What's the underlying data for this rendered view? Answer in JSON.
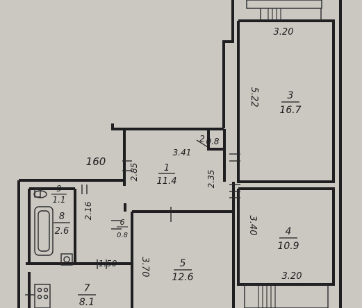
{
  "plan": {
    "rooms": [
      {
        "id": "1",
        "number": "1",
        "area": "11.4"
      },
      {
        "id": "2",
        "number": "2",
        "area": "0.8"
      },
      {
        "id": "3",
        "number": "3",
        "area": "16.7"
      },
      {
        "id": "4",
        "number": "4",
        "area": "10.9"
      },
      {
        "id": "5",
        "number": "5",
        "area": "12.6"
      },
      {
        "id": "6",
        "number": "6",
        "area": "0.8"
      },
      {
        "id": "7",
        "number": "7",
        "area": "8.1"
      },
      {
        "id": "8",
        "number": "8",
        "area": "2.6"
      },
      {
        "id": "9",
        "number": "9",
        "area": "1.1"
      }
    ],
    "dimensions": {
      "room3_top_width": "3.20",
      "room3_length": "5.22",
      "room4_length": "3.40",
      "room4_bottom_width": "3.20",
      "room5_length": "3.70",
      "corridor_width": "3.41",
      "hall_left": "2.85",
      "hall_right": "2.35",
      "bath_side": "2.16",
      "kitchen_width": "1.50",
      "entry_width": "160"
    }
  }
}
